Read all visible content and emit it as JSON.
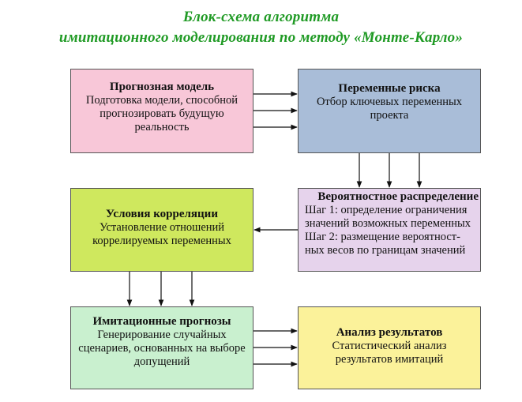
{
  "title": {
    "line1": "Блок-схема алгоритма",
    "line2": "имитационного  моделирования  по методу «Монте-Карло»"
  },
  "boxes": {
    "forecast_model": {
      "heading": "Прогнозная модель",
      "lines": [
        "Подготовка модели, способной",
        "прогнозировать будущую",
        "реальность"
      ]
    },
    "risk_variables": {
      "heading": "Переменные риска",
      "lines": [
        "Отбор ключевых переменных",
        "проекта"
      ]
    },
    "correlation": {
      "heading": "Условия корреляции",
      "lines": [
        "Установление отношений",
        "коррелируемых переменных"
      ]
    },
    "probability": {
      "heading": "Вероятностное распределение",
      "lines": [
        "Шаг 1: определение ограничения",
        "значений возможных переменных",
        "Шаг 2: размещение вероятност-",
        "ных весов по границам значений"
      ]
    },
    "simulation": {
      "heading": "Имитационные прогнозы",
      "lines": [
        "Генерирование случайных",
        "сценариев, основанных на выборе",
        "допущений"
      ]
    },
    "analysis": {
      "heading": "Анализ результатов",
      "lines": [
        "Статистический анализ",
        "результатов имитаций"
      ]
    }
  },
  "colors": {
    "title": "#1f9a24",
    "forecast_model": "#f8c7d8",
    "risk_variables": "#a9bdd8",
    "correlation": "#cfe85e",
    "probability": "#e6d3ec",
    "simulation": "#c9f0cf",
    "analysis": "#fbf29a"
  }
}
